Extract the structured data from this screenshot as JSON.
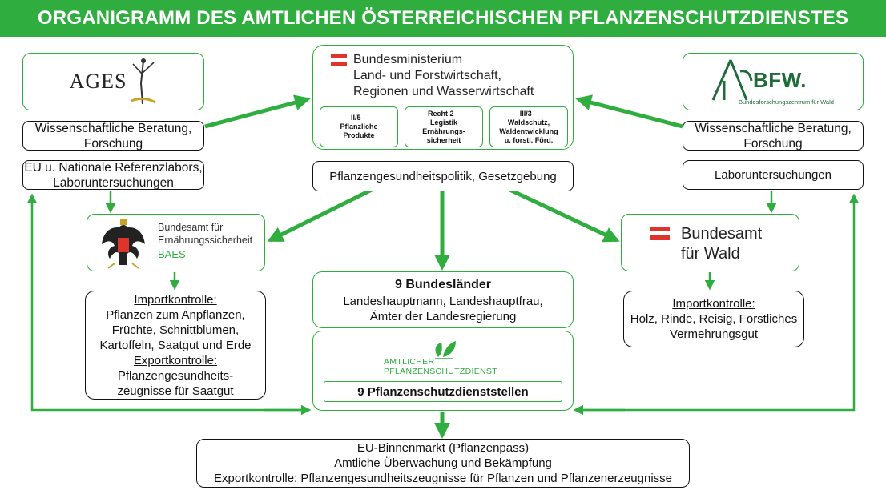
{
  "title": "ORGANIGRAMM DES AMTLICHEN ÖSTERREICHISCHEN PFLANZENSCHUTZDIENSTES",
  "colors": {
    "green": "#2fae3f",
    "red": "#e0332c",
    "gold": "#c9a227",
    "dark_green": "#1f6b3a",
    "orange": "#f0a020"
  },
  "ages": {
    "logo_text": "AGES",
    "role1": "Wissenschaftliche Beratung, Forschung",
    "role2_line1": "EU u. Nationale Referenzlabors,",
    "role2_line2": "Laboruntersuchungen"
  },
  "ministry": {
    "line1": "Bundesministerium",
    "line2": "Land- und Forstwirtschaft,",
    "line3": "Regionen und Wasserwirtschaft",
    "units": [
      {
        "l1": "II/5 –",
        "l2": "Pflanzliche",
        "l3": "Produkte",
        "l4": ""
      },
      {
        "l1": "Recht 2 –",
        "l2": "Legistik",
        "l3": "Ernährungs-",
        "l4": "sicherheit"
      },
      {
        "l1": "III/3 –",
        "l2": "Waldschutz,",
        "l3": "Waldentwicklung",
        "l4": "u. forstl. Förd."
      }
    ],
    "role": "Pflanzengesundheitspolitik, Gesetzgebung"
  },
  "bfw": {
    "logo_text": "BFW.",
    "logo_sub": "Bundesforschungszentrum für Wald",
    "role1_line1": "Wissenschaftliche Beratung,",
    "role1_line2": "Forschung",
    "role2": "Laboruntersuchungen"
  },
  "baes": {
    "line1": "Bundesamt für",
    "line2": "Ernährungssicherheit",
    "abbr": "BAES",
    "import_heading": "Importkontrolle:",
    "import_lines": [
      "Pflanzen zum Anpflanzen,",
      "Früchte, Schnittblumen,",
      "Kartoffeln, Saatgut und Erde"
    ],
    "export_heading": "Exportkontrolle:",
    "export_lines": [
      "Pflanzengesundheits-",
      "zeugnisse für Saatgut"
    ]
  },
  "bfwald": {
    "line1": "Bundesamt",
    "line2": "für Wald",
    "import_heading": "Importkontrolle:",
    "import_line1": "Holz, Rinde, Reisig, Forstliches",
    "import_line2": "Vermehrungsgut"
  },
  "laender": {
    "heading": "9 Bundesländer",
    "line1": "Landeshauptmann, Landeshauptfrau,",
    "line2": "Ämter der Landesregierung"
  },
  "psd": {
    "logo_line1": "AMTLICHER",
    "logo_line2": "PFLANZENSCHUTZDIENST",
    "label": "9 Pflanzenschutzdienststellen"
  },
  "eu": {
    "line1": "EU-Binnenmarkt (Pflanzenpass)",
    "line2": "Amtliche Überwachung und Bekämpfung",
    "line3": "Exportkontrolle: Pflanzengesundheitszeugnisse für Pflanzen und Pflanzenerzeugnisse"
  }
}
